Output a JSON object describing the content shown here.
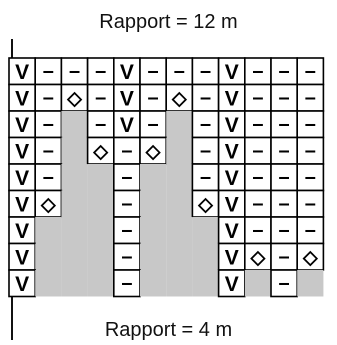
{
  "title": "Rapport = 12 m",
  "caption": "Rapport = 4 m",
  "colors": {
    "shading": "#c8c8c8",
    "line": "#000000"
  },
  "symbols": {
    "V": "V",
    "-": "–",
    "o": "◇"
  },
  "grid": [
    [
      "V",
      "-",
      "-",
      "-",
      "V",
      "-",
      "-",
      "-",
      "V",
      "-",
      "-",
      "-"
    ],
    [
      "V",
      "-",
      "o",
      "-",
      "V",
      "-",
      "o",
      "-",
      "V",
      "-",
      "-",
      "-"
    ],
    [
      "V",
      "-",
      "",
      "-",
      "V",
      "-",
      "",
      "-",
      "V",
      "-",
      "-",
      "-"
    ],
    [
      "V",
      "-",
      "",
      "o",
      "-",
      "o",
      "",
      "-",
      "V",
      "-",
      "-",
      "-"
    ],
    [
      "V",
      "-",
      "",
      "",
      "-",
      "",
      "",
      "-",
      "V",
      "-",
      "-",
      "-"
    ],
    [
      "V",
      "o",
      "",
      "",
      "-",
      "",
      "",
      "o",
      "V",
      "-",
      "-",
      "-"
    ],
    [
      "V",
      "",
      "",
      "",
      "-",
      "",
      "",
      "",
      "V",
      "-",
      "-",
      "-"
    ],
    [
      "V",
      "",
      "",
      "",
      "-",
      "",
      "",
      "",
      "V",
      "o",
      "-",
      "o"
    ],
    [
      "V",
      "",
      "",
      "",
      "-",
      "",
      "",
      "",
      "V",
      "",
      "-",
      ""
    ]
  ]
}
